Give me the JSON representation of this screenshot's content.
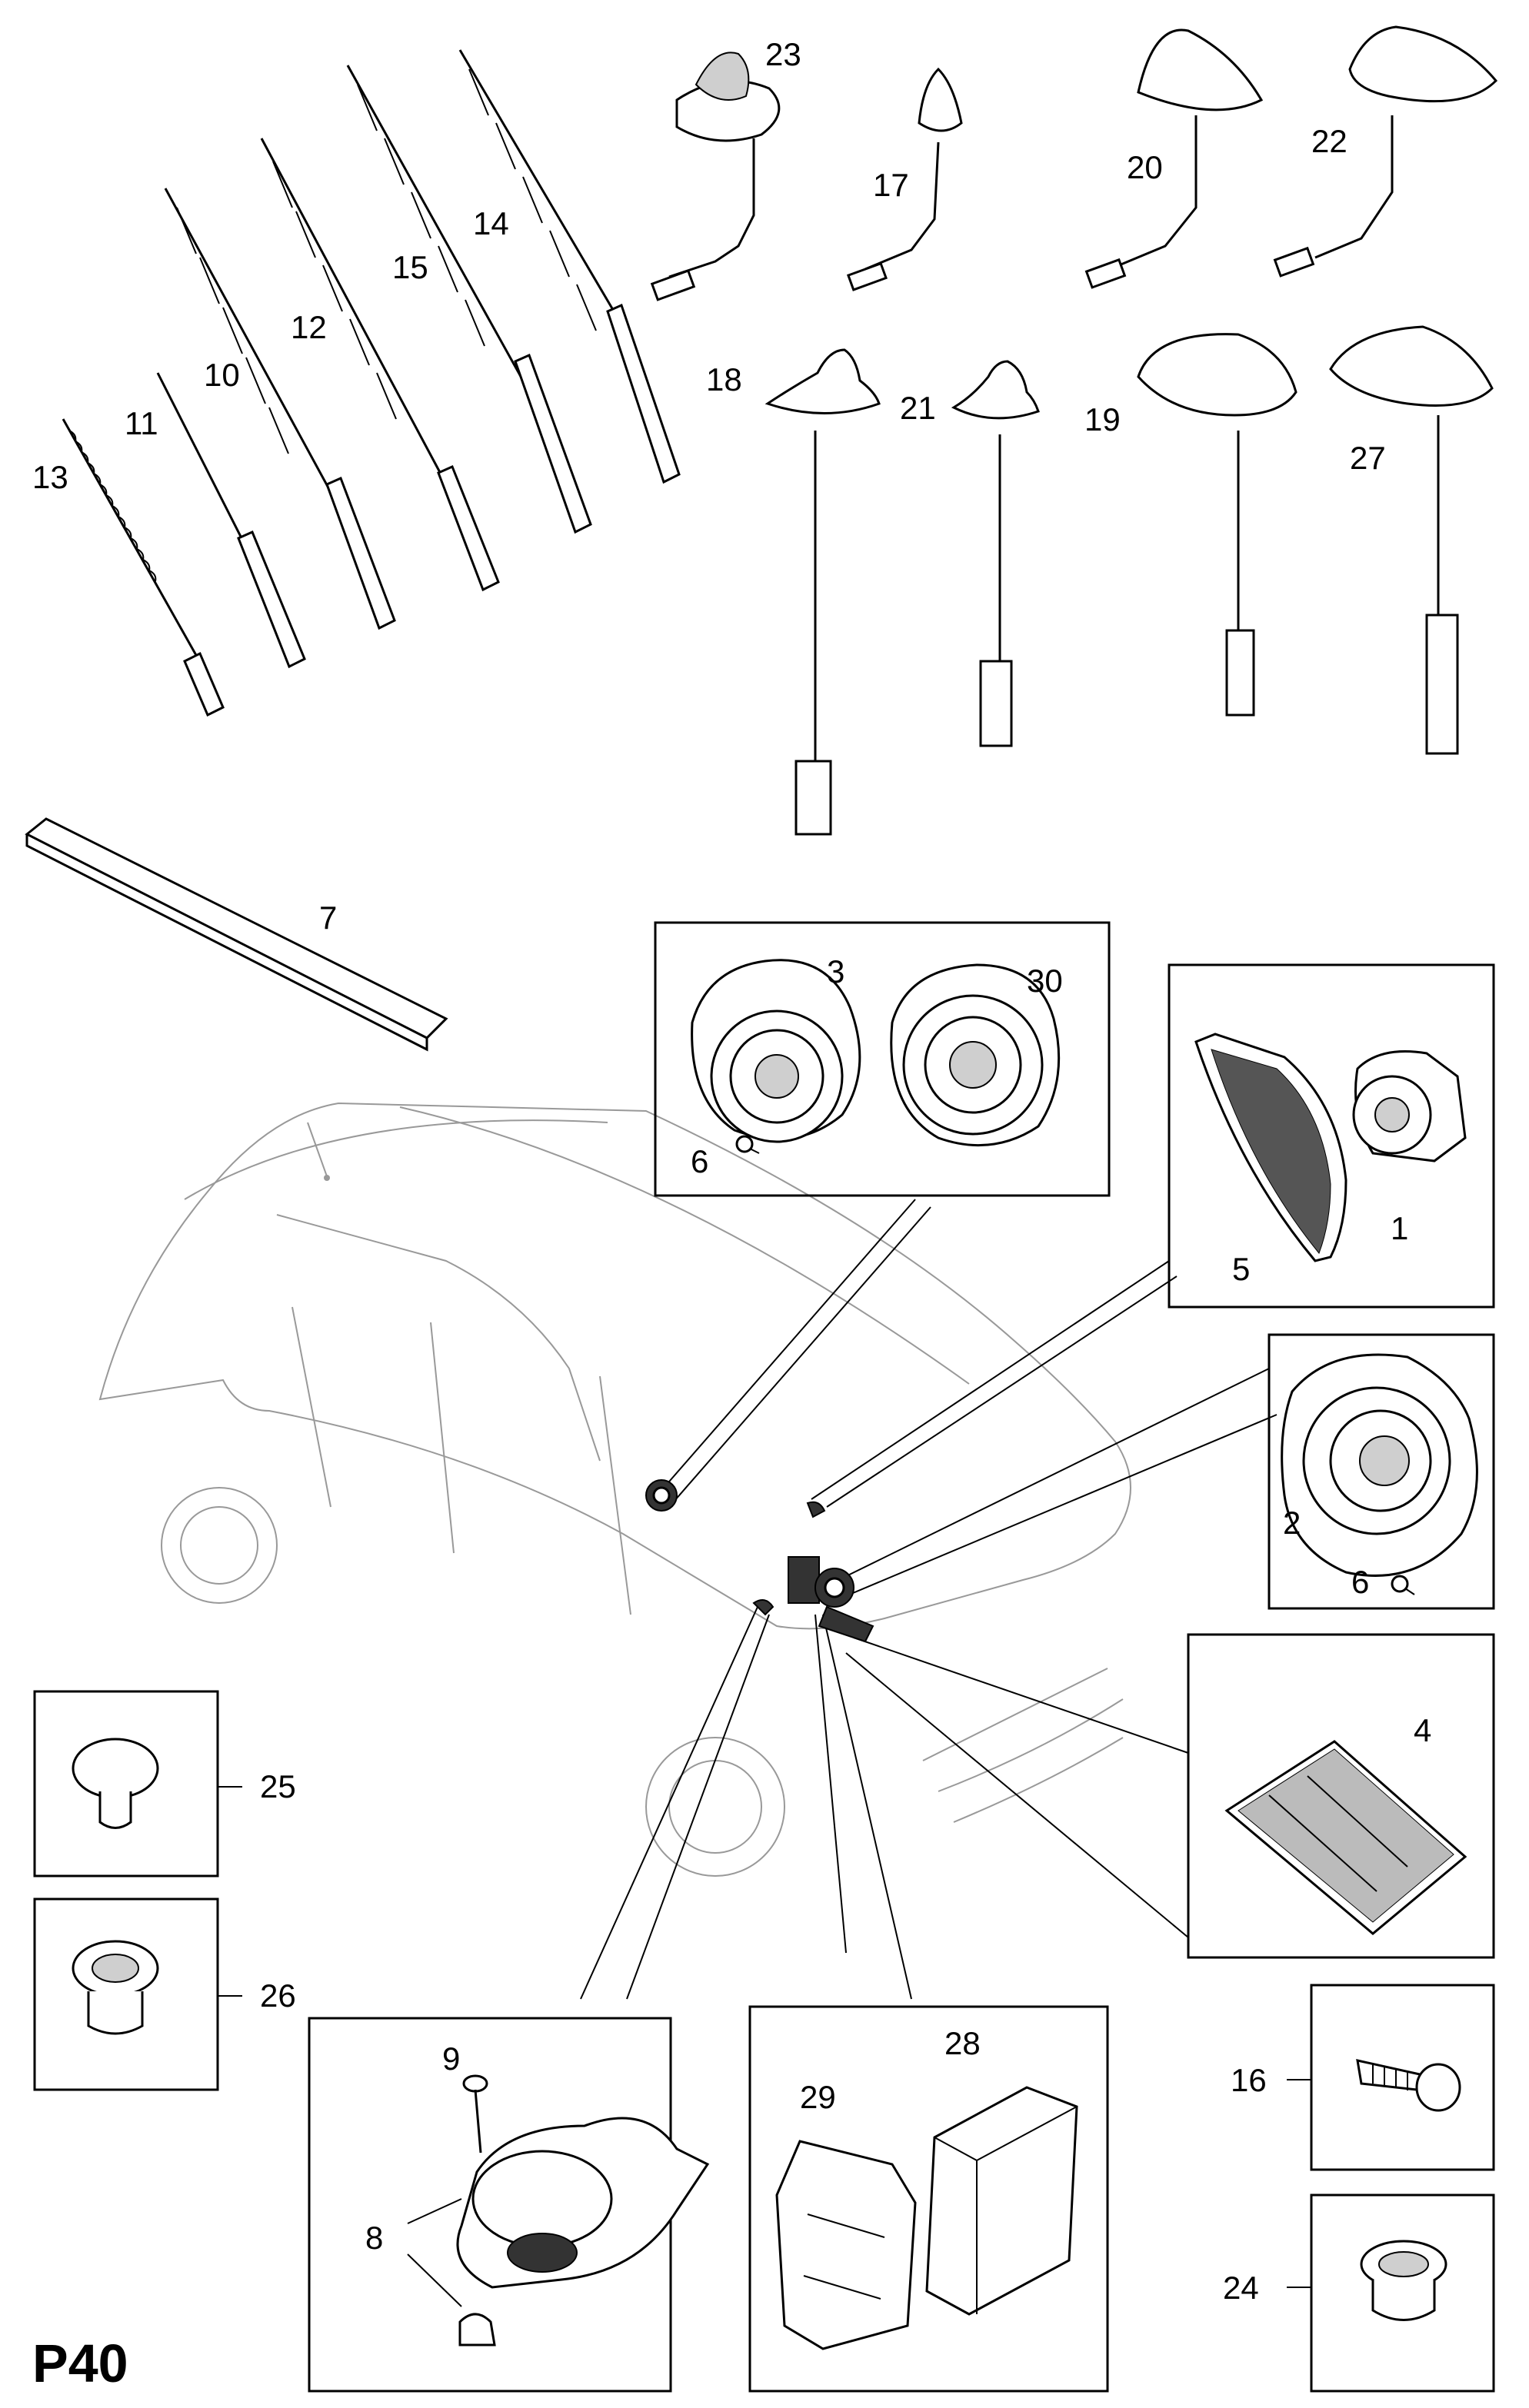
{
  "page_code": "P40",
  "part_labels": {
    "p1": "1",
    "p2": "2",
    "p3": "3",
    "p4": "4",
    "p5": "5",
    "p6a": "6",
    "p6b": "6",
    "p7": "7",
    "p8": "8",
    "p9": "9",
    "p10": "10",
    "p11": "11",
    "p12": "12",
    "p13": "13",
    "p14": "14",
    "p15": "15",
    "p16": "16",
    "p17": "17",
    "p18": "18",
    "p19": "19",
    "p20": "20",
    "p21": "21",
    "p22": "22",
    "p23": "23",
    "p24": "24",
    "p25": "25",
    "p26": "26",
    "p27": "27",
    "p28": "28",
    "p29": "29",
    "p30": "30"
  }
}
